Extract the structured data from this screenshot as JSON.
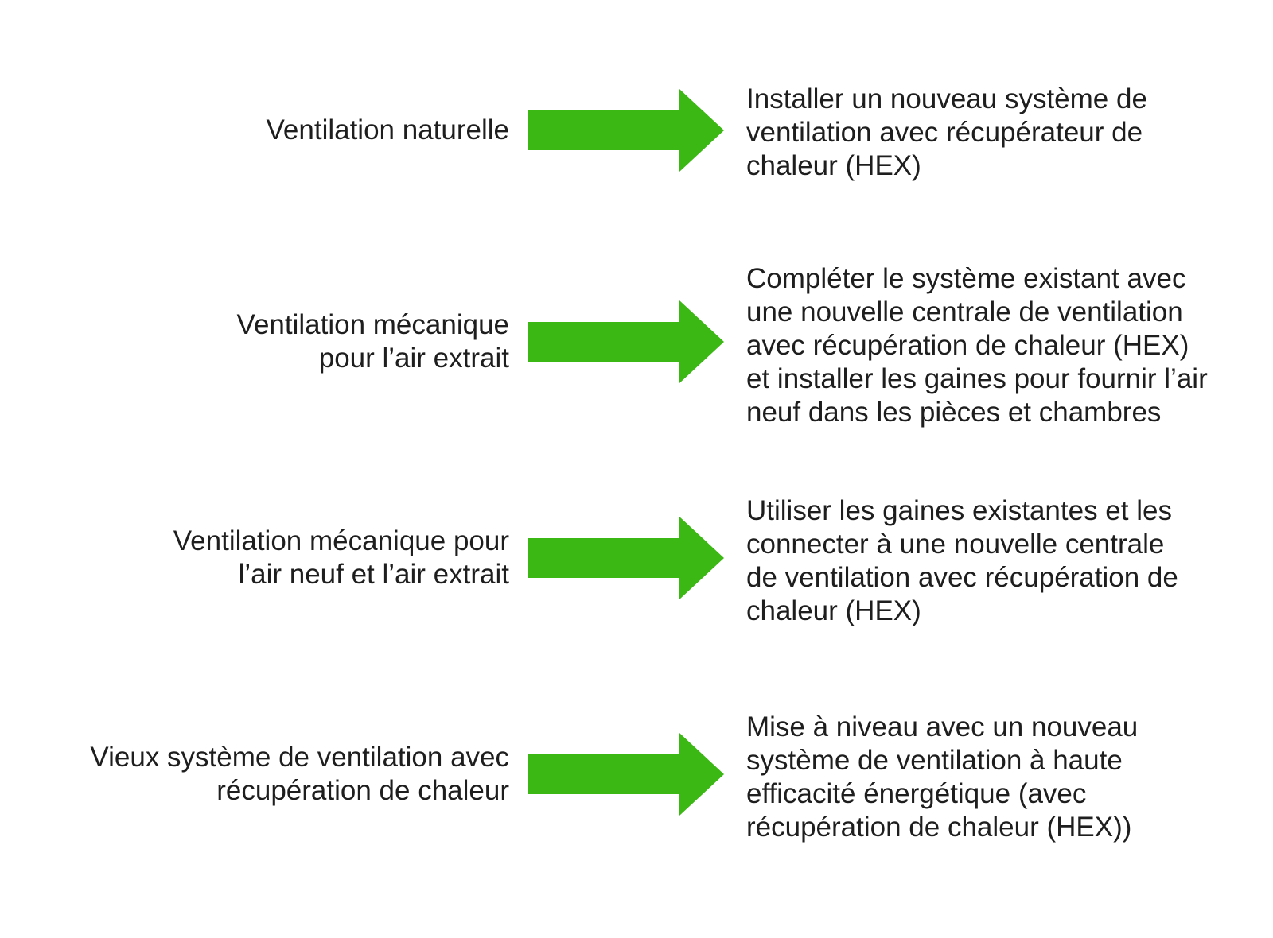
{
  "colors": {
    "arrow": "#3cb815",
    "text": "#1e1e1e",
    "background": "#ffffff"
  },
  "rows": [
    {
      "source": "Ventilation naturelle",
      "target": "Installer un nouveau système de\nventilation avec récupérateur de\nchaleur (HEX)"
    },
    {
      "source": "Ventilation mécanique\npour l’air extrait",
      "target": "Compléter le système existant avec\nune nouvelle centrale de ventilation\navec récupération de chaleur (HEX)\net installer les gaines pour fournir l’air\nneuf dans les pièces et chambres"
    },
    {
      "source": "Ventilation mécanique pour\nl’air neuf et l’air extrait",
      "target": "Utiliser les gaines existantes et les\nconnecter à une nouvelle centrale\nde ventilation avec récupération de\nchaleur (HEX)"
    },
    {
      "source": "Vieux système de ventilation avec\nrécupération de chaleur",
      "target": "Mise à niveau avec un nouveau\nsystème de ventilation à haute\nefficacité énergétique (avec\nrécupération de chaleur (HEX))"
    }
  ]
}
